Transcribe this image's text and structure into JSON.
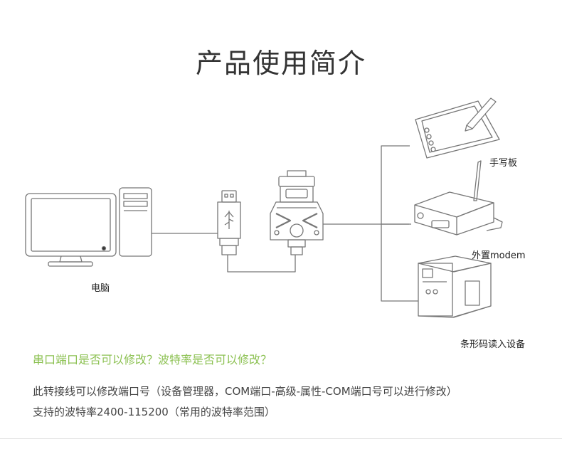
{
  "page": {
    "title": "产品使用简介"
  },
  "devices": {
    "computer_label": "电脑",
    "tablet_label": "手写板",
    "modem_label": "外置modem",
    "scanner_label": "条形码读入设备"
  },
  "faq": {
    "question": "串口端口是否可以修改？波特率是否可以修改？",
    "answer_line1": "此转接线可以修改端口号（设备管理器，COM端口-高级-属性-COM端口号可以进行修改）",
    "answer_line2": "支持的波特率2400-115200（常用的波特率范围）"
  },
  "colors": {
    "accent_green": "#8cc152",
    "line": "#777777"
  }
}
